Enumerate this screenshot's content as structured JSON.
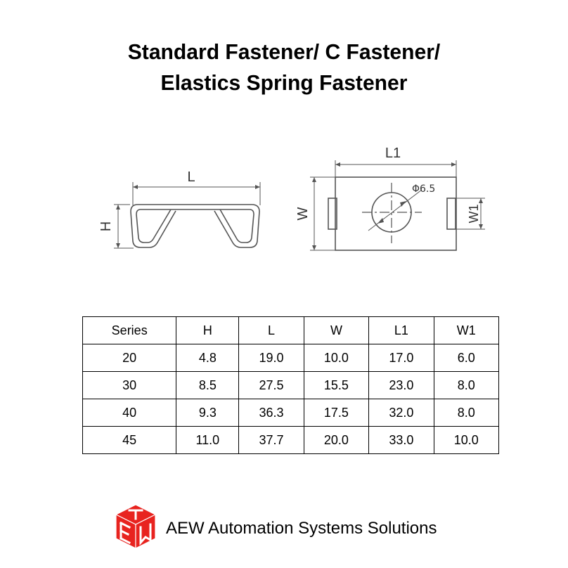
{
  "title": {
    "line1": "Standard Fastener/ C Fastener/",
    "line2": "Elastics Spring Fastener"
  },
  "drawing": {
    "side_view": {
      "dim_length": "L",
      "dim_height": "H"
    },
    "top_view": {
      "dim_length": "L1",
      "dim_width": "W",
      "dim_slot_width": "W1",
      "hole_diameter": "Φ6.5"
    }
  },
  "table": {
    "headers": [
      "Series",
      "H",
      "L",
      "W",
      "L1",
      "W1"
    ],
    "rows": [
      [
        "20",
        "4.8",
        "19.0",
        "10.0",
        "17.0",
        "6.0"
      ],
      [
        "30",
        "8.5",
        "27.5",
        "15.5",
        "23.0",
        "8.0"
      ],
      [
        "40",
        "9.3",
        "36.3",
        "17.5",
        "32.0",
        "8.0"
      ],
      [
        "45",
        "11.0",
        "37.7",
        "20.0",
        "33.0",
        "10.0"
      ]
    ]
  },
  "footer": {
    "company": "AEW Automation Systems Solutions",
    "logo_icon": "aew-logo-cube-icon",
    "logo_color": "#e8231f"
  }
}
